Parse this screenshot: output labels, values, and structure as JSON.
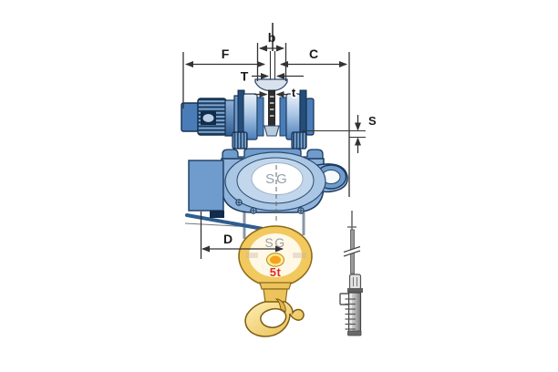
{
  "diagram": {
    "dimensions": {
      "F": "F",
      "b": "b",
      "C": "C",
      "T": "T",
      "t": "t",
      "S": "S",
      "D": "D"
    },
    "markings": {
      "body_logo": "SG",
      "hook_logo": "SG",
      "capacity": "5t"
    },
    "colors": {
      "machine_blue": "#4a7db8",
      "machine_light_blue": "#a9c6e4",
      "outline_navy": "#1c3a5e",
      "beam_gray_blue": "#d9e2ec",
      "hook_yellow": "#f1c95f",
      "hook_center_orange": "#f5a21f",
      "capacity_red": "#df2b1f",
      "logo_gray": "#98a0a8",
      "dimension_line": "#333333",
      "pendant_gray": "#9b9b9b"
    }
  }
}
